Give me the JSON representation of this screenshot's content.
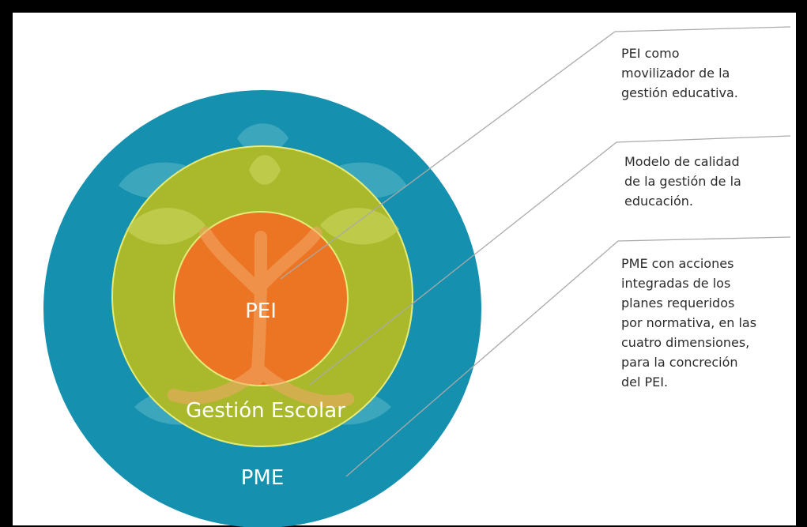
{
  "labels": {
    "pei": "PEI",
    "gestion": "Gestión Escolar",
    "pme": "PME"
  },
  "annotations": [
    {
      "lines": [
        "PEI como",
        "movilizador de la",
        "gestión educativa."
      ]
    },
    {
      "lines": [
        "Modelo de calidad",
        "de la gestión de la",
        "educación."
      ]
    },
    {
      "lines": [
        "PME con acciones",
        "integradas de los",
        "planes requeridos",
        "por normativa, en las",
        "cuatro dimensiones,",
        "para la concreción",
        "del PEI."
      ]
    }
  ],
  "colors": {
    "pme": "#1590ae",
    "gestion": "#a9b92b",
    "pei": "#ec7524",
    "ring_stroke": "#e6ec7a",
    "leader": "#aaaaaa",
    "text": "#2b2b2b"
  }
}
